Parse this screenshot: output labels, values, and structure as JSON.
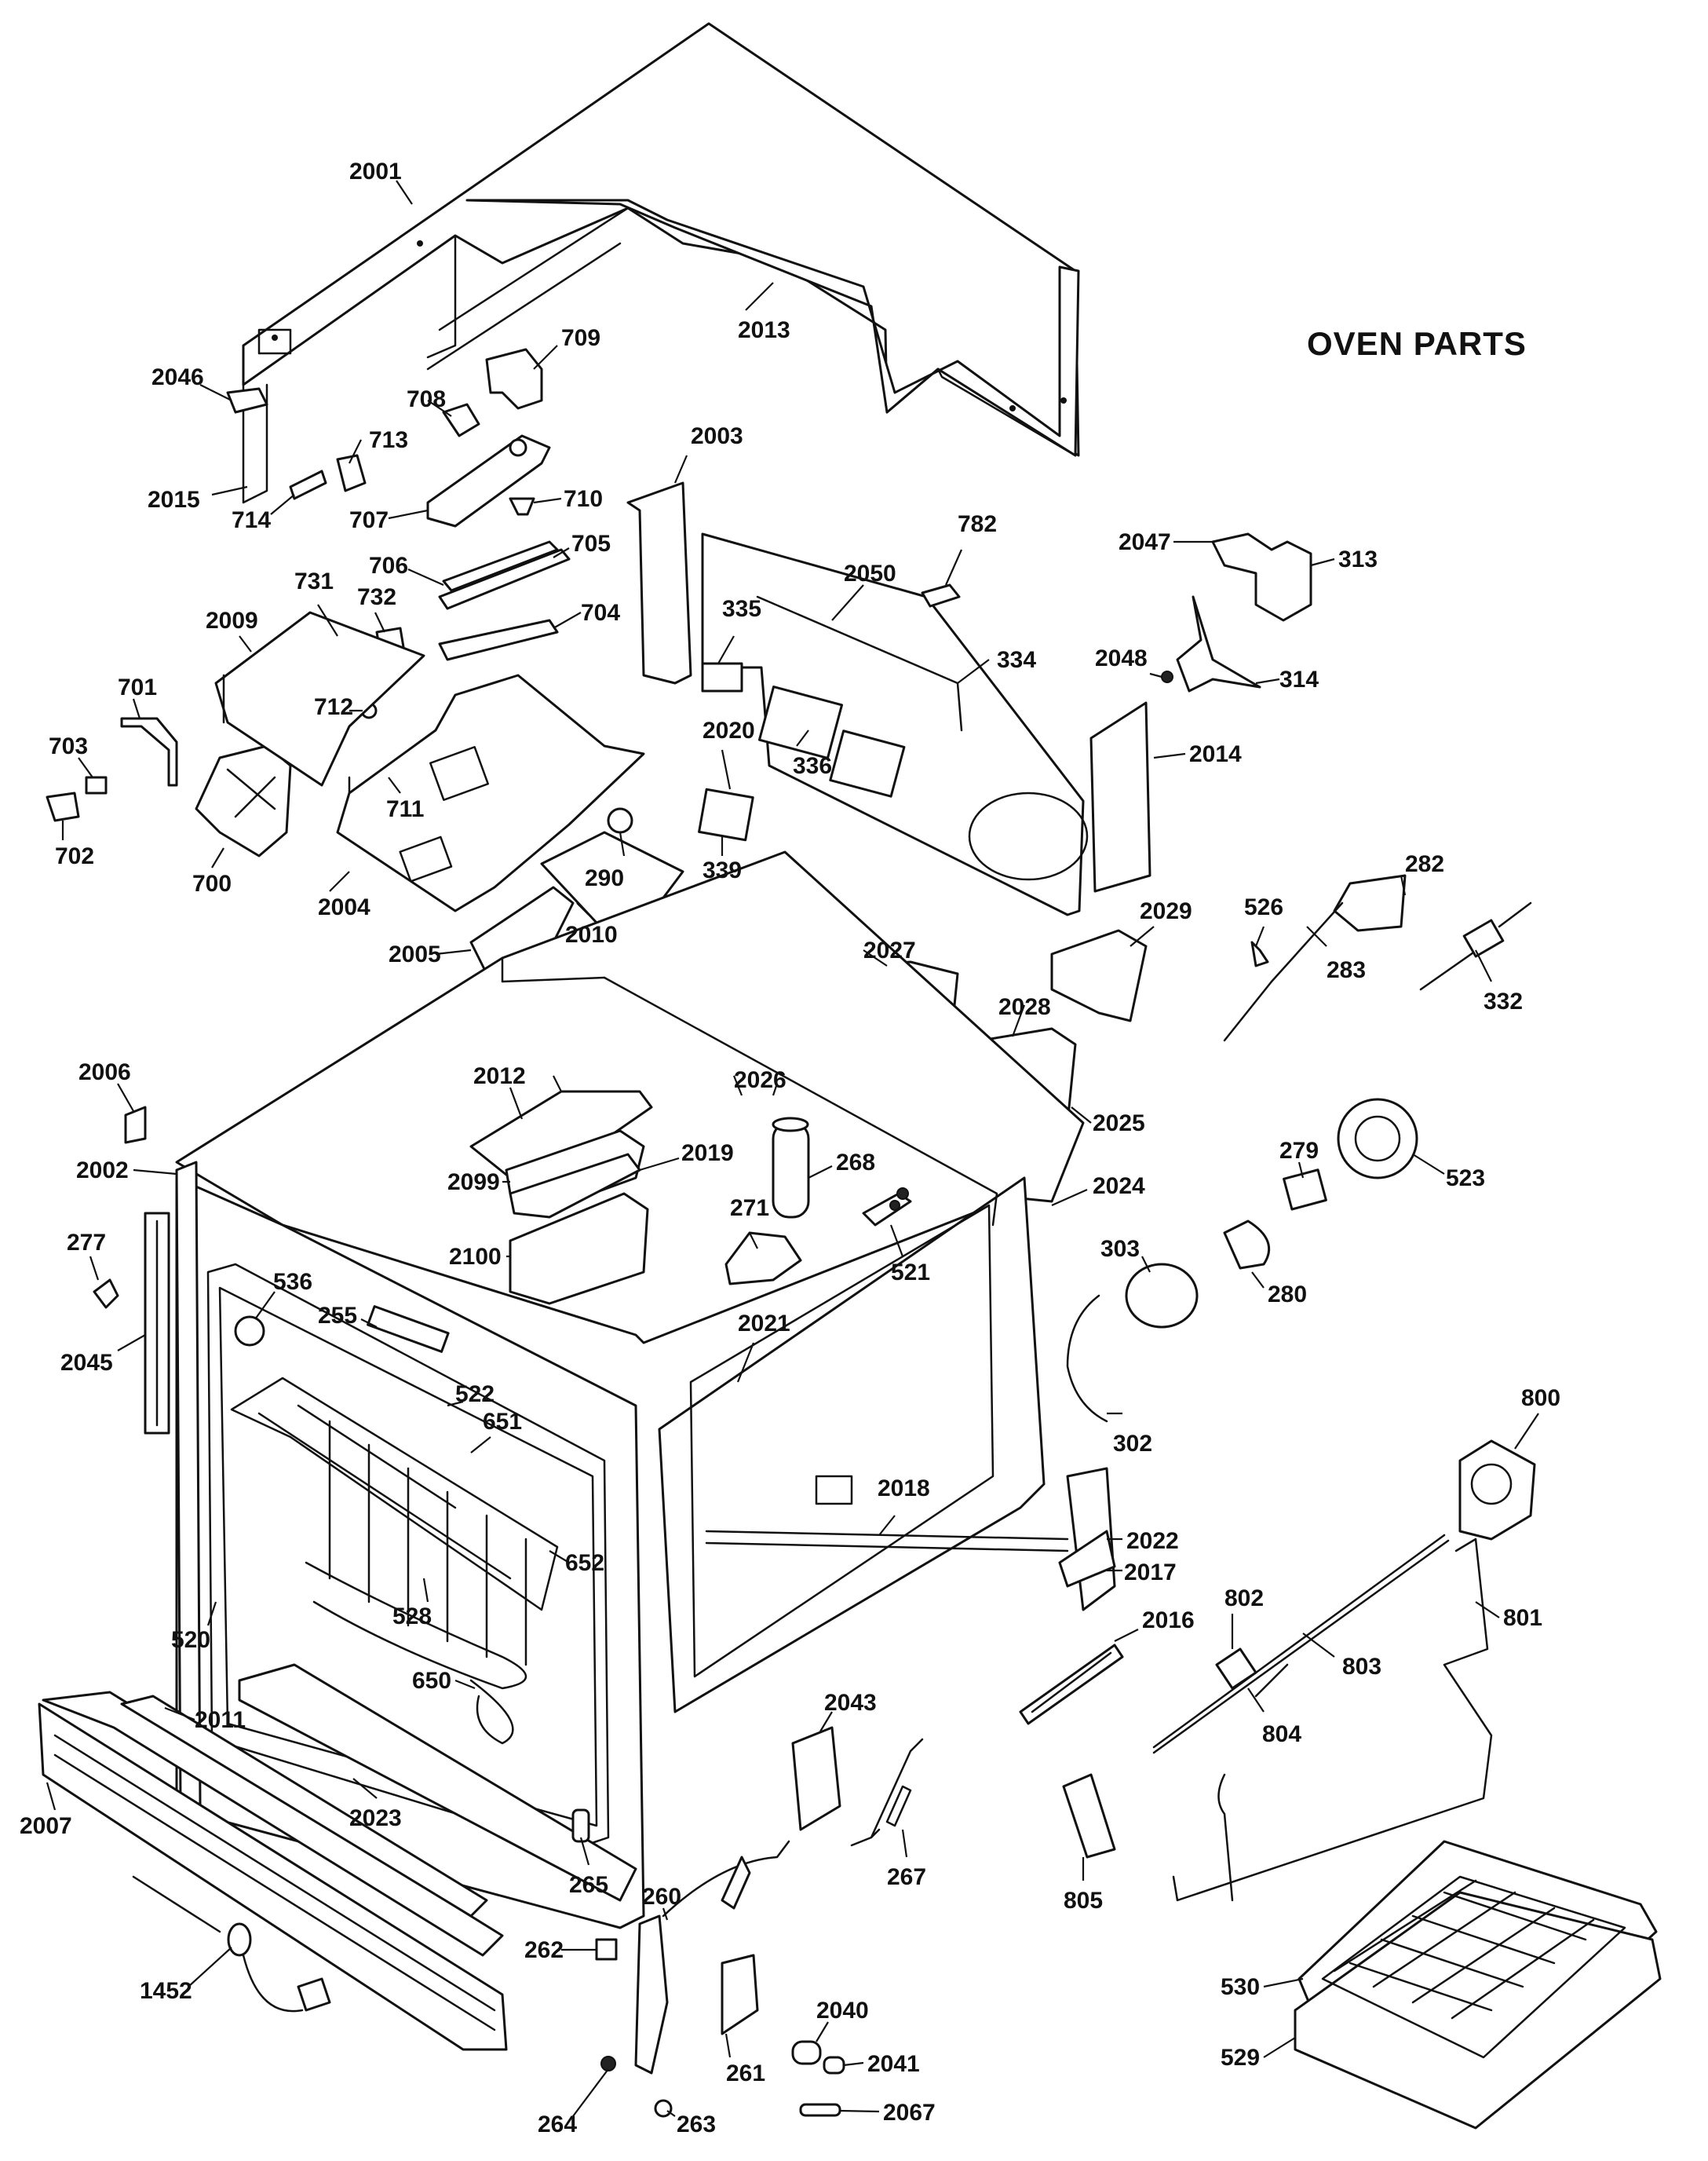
{
  "title": "OVEN PARTS",
  "callouts": {
    "c2001": "2001",
    "c2013": "2013",
    "c709": "709",
    "c2046": "2046",
    "c708": "708",
    "c713": "713",
    "c2015": "2015",
    "c714": "714",
    "c707": "707",
    "c710": "710",
    "c706": "706",
    "c705": "705",
    "c731": "731",
    "c732": "732",
    "c704": "704",
    "c2009": "2009",
    "c712": "712",
    "c711": "711",
    "c701": "701",
    "c703": "703",
    "c702": "702",
    "c700": "700",
    "c2004": "2004",
    "c2005": "2005",
    "c2010": "2010",
    "c290": "290",
    "c339": "339",
    "c2020": "2020",
    "c335": "335",
    "c336": "336",
    "c2003": "2003",
    "c2050": "2050",
    "c782": "782",
    "c334": "334",
    "c2047": "2047",
    "c313": "313",
    "c2048": "2048",
    "c314": "314",
    "c2014": "2014",
    "c526": "526",
    "c282": "282",
    "c283": "283",
    "c332": "332",
    "c2029": "2029",
    "c2027": "2027",
    "c2028": "2028",
    "c2025": "2025",
    "c2026": "2026",
    "c2024": "2024",
    "c279": "279",
    "c523": "523",
    "c303": "303",
    "c280": "280",
    "c302": "302",
    "c2006": "2006",
    "c2002": "2002",
    "c277": "277",
    "c2045": "2045",
    "c2012": "2012",
    "c2099": "2099",
    "c2019": "2019",
    "c2100": "2100",
    "c268": "268",
    "c271": "271",
    "c521": "521",
    "c536": "536",
    "c255": "255",
    "c522": "522",
    "c651": "651",
    "c2021": "2021",
    "c2018": "2018",
    "c652": "652",
    "c528": "528",
    "c520": "520",
    "c650": "650",
    "c2022": "2022",
    "c2017": "2017",
    "c2016": "2016",
    "c2043": "2043",
    "c800": "800",
    "c802": "802",
    "c801": "801",
    "c803": "803",
    "c804": "804",
    "c805": "805",
    "c267": "267",
    "c2011": "2011",
    "c2007": "2007",
    "c2023": "2023",
    "c265": "265",
    "c260": "260",
    "c262": "262",
    "c1452": "1452",
    "c264": "264",
    "c261": "261",
    "c263": "263",
    "c2040": "2040",
    "c2041": "2041",
    "c2067": "2067",
    "c530": "530",
    "c529": "529"
  }
}
